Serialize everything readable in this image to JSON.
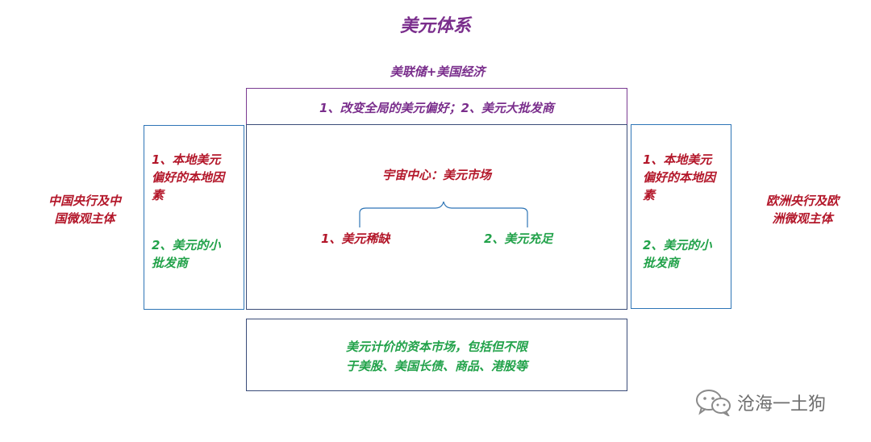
{
  "diagram": {
    "title": "美元体系",
    "top_label": "美联储+美国经济",
    "top_box_text": "1、改变全局的美元偏好；2、美元大批发商",
    "center": {
      "title": "宇宙中心：美元市场",
      "left_branch": "1、美元稀缺",
      "right_branch": "2、美元充足"
    },
    "left_box": {
      "point1": "1、本地美元\n偏好的本地因\n素",
      "point2": "2、美元的小\n批发商"
    },
    "right_box": {
      "point1": "1、本地美元\n偏好的本地因\n素",
      "point2": "2、美元的小\n批发商"
    },
    "left_outer": "中国央行及中\n国微观主体",
    "right_outer": "欧洲央行及欧\n洲微观主体",
    "bottom_box_text": "美元计价的资本市场，包括但不限\n于美股、美国长债、商品、港股等",
    "colors": {
      "purple": "#7a2e8c",
      "red": "#b3172a",
      "green": "#22a24a",
      "blue_border": "#2e75b6"
    }
  },
  "watermark": {
    "icon": "wechat-icon",
    "text": "沧海一土狗"
  }
}
